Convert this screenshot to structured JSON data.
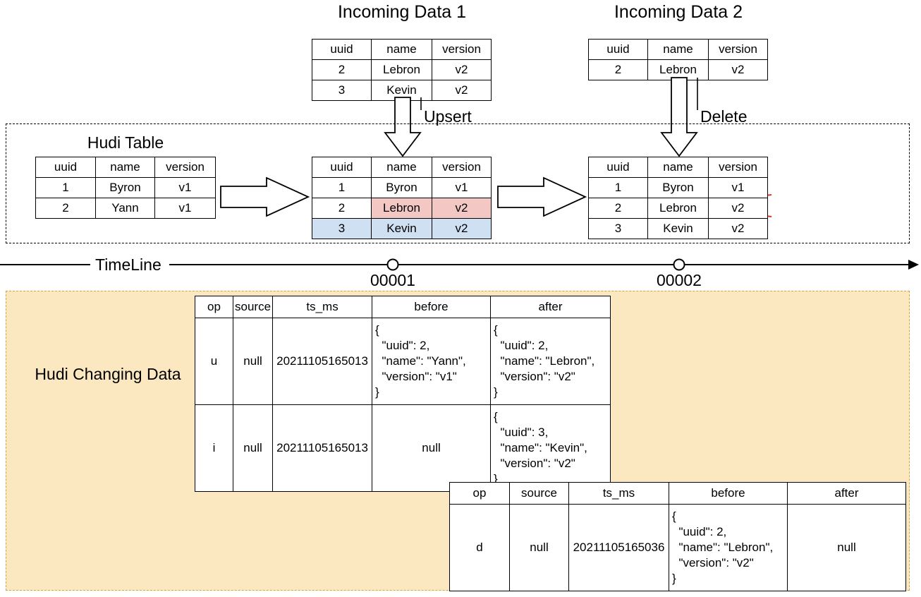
{
  "diagram": {
    "title_incoming_1": "Incoming Data 1",
    "title_incoming_2": "Incoming Data 2",
    "label_upsert": "Upsert",
    "label_delete": "Delete",
    "label_hudi_table": "Hudi Table",
    "label_timeline": "TimeLine",
    "label_changing_data": "Hudi Changing Data",
    "colors": {
      "highlight_update": "#f3c7c4",
      "highlight_insert": "#cfe0f3",
      "delete_cross": "#e8302a",
      "changing_data_bg": "#fbe8c1",
      "changing_data_border": "#d6a441"
    }
  },
  "timeline": {
    "markers": [
      {
        "label": "00001"
      },
      {
        "label": "00002"
      }
    ]
  },
  "record_columns": [
    "uuid",
    "name",
    "version"
  ],
  "incoming_data_1": {
    "columns": [
      "uuid",
      "name",
      "version"
    ],
    "rows": [
      {
        "uuid": "2",
        "name": "Lebron",
        "version": "v2"
      },
      {
        "uuid": "3",
        "name": "Kevin",
        "version": "v2"
      }
    ]
  },
  "incoming_data_2": {
    "columns": [
      "uuid",
      "name",
      "version"
    ],
    "rows": [
      {
        "uuid": "2",
        "name": "Lebron",
        "version": "v2"
      }
    ]
  },
  "hudi_table_initial": {
    "columns": [
      "uuid",
      "name",
      "version"
    ],
    "rows": [
      {
        "uuid": "1",
        "name": "Byron",
        "version": "v1"
      },
      {
        "uuid": "2",
        "name": "Yann",
        "version": "v1"
      }
    ]
  },
  "hudi_table_after_upsert": {
    "columns": [
      "uuid",
      "name",
      "version"
    ],
    "rows": [
      {
        "uuid": "1",
        "name": "Byron",
        "version": "v1",
        "highlight": "none"
      },
      {
        "uuid": "2",
        "name": "Lebron",
        "version": "v2",
        "highlight": "update"
      },
      {
        "uuid": "3",
        "name": "Kevin",
        "version": "v2",
        "highlight": "insert"
      }
    ]
  },
  "hudi_table_after_delete": {
    "columns": [
      "uuid",
      "name",
      "version"
    ],
    "rows": [
      {
        "uuid": "1",
        "name": "Byron",
        "version": "v1",
        "struck": false
      },
      {
        "uuid": "2",
        "name": "Lebron",
        "version": "v2",
        "struck": true
      },
      {
        "uuid": "3",
        "name": "Kevin",
        "version": "v2",
        "struck": false
      }
    ]
  },
  "cdc_table_1": {
    "columns": [
      "op",
      "source",
      "ts_ms",
      "before",
      "after"
    ],
    "rows": [
      {
        "op": "u",
        "source": "null",
        "ts_ms": "20211105165013",
        "before": "{\n  \"uuid\": 2,\n  \"name\": \"Yann\",\n  \"version\": \"v1\"\n}",
        "after": "{\n  \"uuid\": 2,\n  \"name\": \"Lebron\",\n  \"version\": \"v2\"\n}"
      },
      {
        "op": "i",
        "source": "null",
        "ts_ms": "20211105165013",
        "before": "null",
        "after": "{\n  \"uuid\": 3,\n  \"name\": \"Kevin\",\n  \"version\": \"v2\"\n}"
      }
    ]
  },
  "cdc_table_2": {
    "columns": [
      "op",
      "source",
      "ts_ms",
      "before",
      "after"
    ],
    "rows": [
      {
        "op": "d",
        "source": "null",
        "ts_ms": "20211105165036",
        "before": "{\n  \"uuid\": 2,\n  \"name\": \"Lebron\",\n  \"version\": \"v2\"\n}",
        "after": "null"
      }
    ]
  }
}
